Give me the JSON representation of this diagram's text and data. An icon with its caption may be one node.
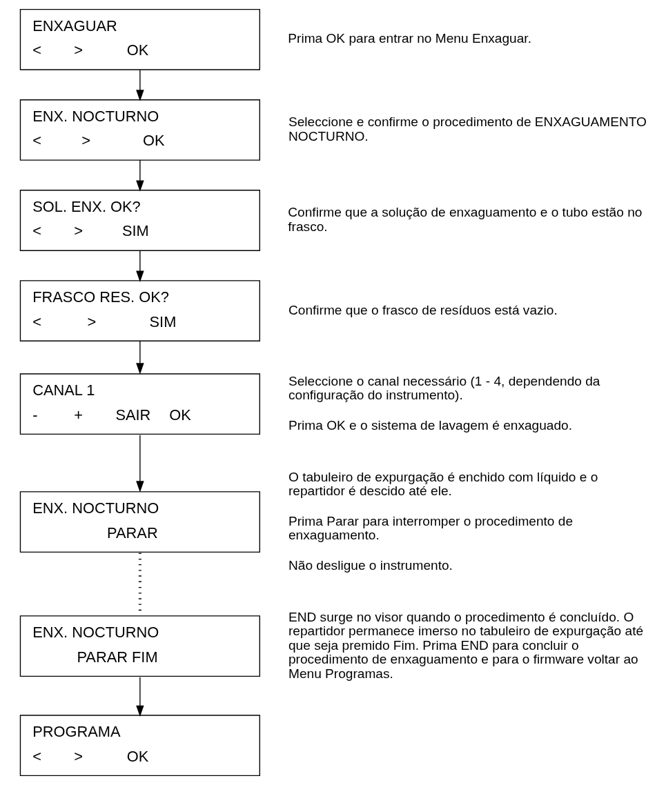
{
  "diagram": {
    "nodes": [
      {
        "text": [
          "ENXAGUAR",
          "<",
          ">",
          "OK"
        ],
        "beside": [
          "Prima OK para entrar no Menu Enxaguar."
        ]
      },
      {
        "text": [
          "ENX. NOCTURNO",
          "<",
          ">",
          "OK"
        ],
        "beside": [
          "Seleccione e confirme o procedimento de ENXAGUAMENTO NOCTURNO."
        ]
      },
      {
        "text": [
          "SOL. ENX. OK?",
          "<",
          ">",
          "SIM"
        ],
        "beside": [
          "Confirme que a solução de enxaguamento e o tubo estão no frasco."
        ]
      },
      {
        "text": [
          "FRASCO RES. OK?",
          "<",
          ">",
          "SIM"
        ],
        "beside": [
          "Confirme que o frasco de resíduos está vazio."
        ]
      },
      {
        "text": [
          "CANAL 1",
          "-",
          "+",
          "SAIR",
          "OK"
        ],
        "beside": [
          "Seleccione o canal necessário (1 - 4, dependendo da configuração do instrumento).",
          "Prima OK e o sistema de lavagem é enxaguado."
        ]
      },
      {
        "text": [
          "ENX. NOCTURNO",
          "PARAR"
        ],
        "beside": [
          "O tabuleiro de expurgação é enchido com líquido e o repartidor é descido até ele.",
          "Prima Parar para interromper o procedimento de enxaguamento.",
          "Não desligue o instrumento."
        ]
      },
      {
        "text": [
          "ENX. NOCTURNO",
          "PARAR FIM"
        ],
        "beside": [
          "END surge no visor quando o procedimento é concluído. O repartidor permanece imerso no tabuleiro de expurgação até que seja premido Fim. Prima END para concluir o procedimento de enxaguamento e para o firmware voltar ao Menu Programas."
        ]
      },
      {
        "text": [
          "PROGRAMA",
          "<",
          ">",
          "OK"
        ]
      }
    ],
    "edges": [
      {
        "from": 0,
        "to": 1,
        "arrow": "to"
      },
      {
        "from": 1,
        "to": 2,
        "arrow": "to"
      },
      {
        "from": 2,
        "to": 3,
        "arrow": "to"
      },
      {
        "from": 3,
        "to": 4,
        "arrow": "to"
      },
      {
        "from": 4,
        "to": 5,
        "arrow": "to"
      },
      {
        "from": 5,
        "to": 6,
        "arrow": "none",
        "style": "dashed"
      },
      {
        "from": 6,
        "to": 7,
        "arrow": "to"
      }
    ]
  }
}
